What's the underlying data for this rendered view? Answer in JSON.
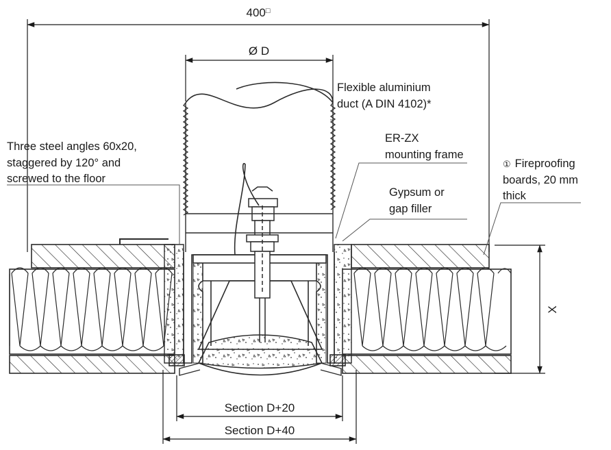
{
  "dimensions": {
    "overall_width": "400",
    "overall_width_square": "□",
    "diameter": "Ø D",
    "height": "X",
    "section_inner": "Section D+20",
    "section_outer": "Section D+40"
  },
  "labels": {
    "duct_line1": "Flexible aluminium",
    "duct_line2": "duct (A DIN 4102)*",
    "frame_line1": "ER-ZX",
    "frame_line2": "mounting frame",
    "angles_line1": "Three steel angles 60x20,",
    "angles_line2": "staggered by 120° and",
    "angles_line3": "screwed to the floor",
    "gypsum_line1": "Gypsum or",
    "gypsum_line2": "gap filler",
    "boards_marker": "①",
    "boards_line1": "Fireproofing",
    "boards_line2": "boards, 20 mm",
    "boards_line3": "thick"
  },
  "colors": {
    "line": "#2b2b2b",
    "fill_dark": "#2b2b2b",
    "background": "#ffffff"
  }
}
